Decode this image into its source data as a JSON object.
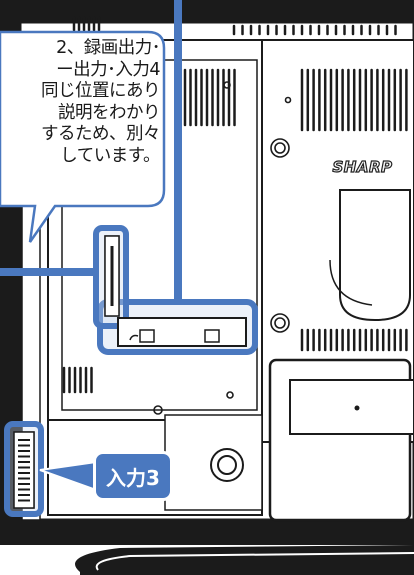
{
  "callout": {
    "lines": [
      "2、録画出力･",
      "ー出力･入力4",
      "同じ位置にあり",
      "説明をわかり",
      "するため、別々",
      "しています。"
    ]
  },
  "input_label": "入力3",
  "brand": "SHARP",
  "colors": {
    "highlight": "#4a78bf",
    "frame": "#1b1b1b",
    "panel": "#ffffff",
    "callout_bg": "#ffffff"
  },
  "icons": [
    "vent-grille-icon",
    "screw-icon",
    "port-slot-icon"
  ]
}
